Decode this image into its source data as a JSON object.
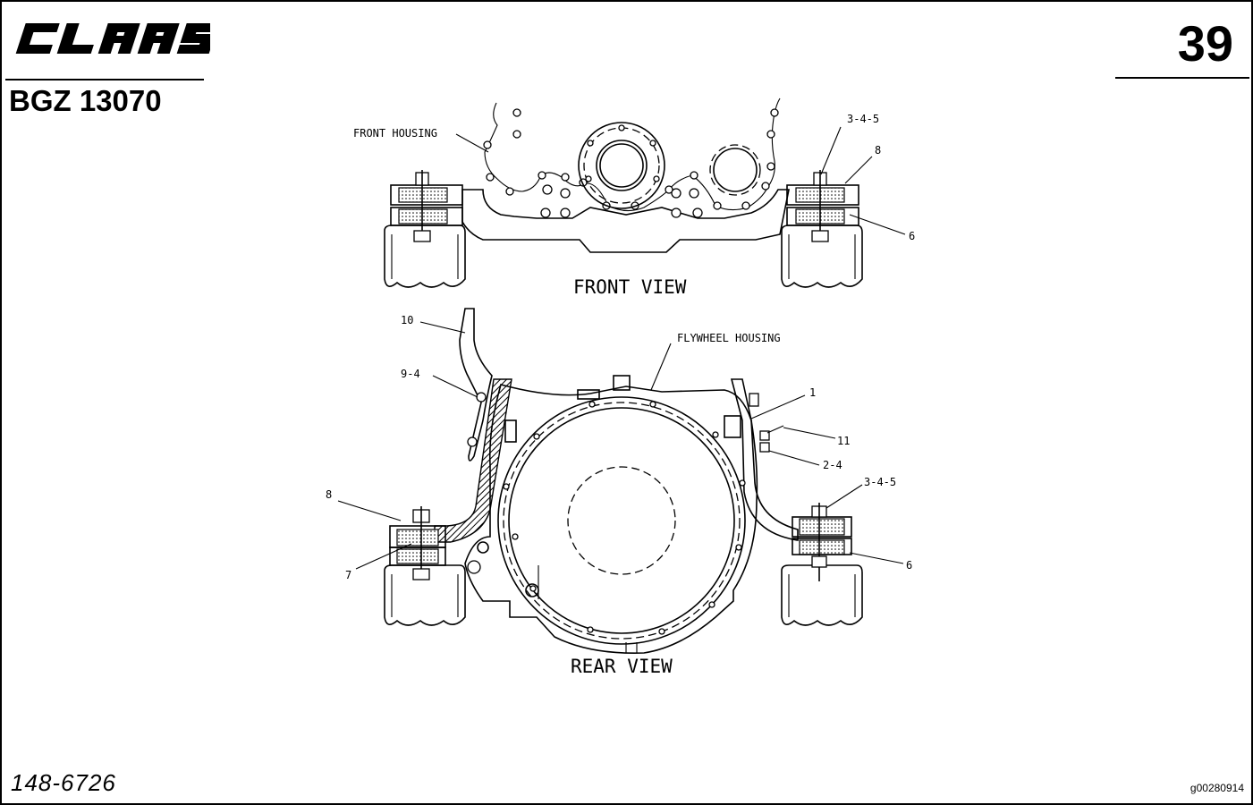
{
  "header": {
    "brand": "CLAAS",
    "page_number": "39",
    "doc_code": "BGZ 13070"
  },
  "footer": {
    "part_number": "148-6726",
    "ref_code": "g00280914"
  },
  "front_view": {
    "title": "FRONT VIEW",
    "labels": {
      "housing": "FRONT HOUSING",
      "callout_345": "3-4-5",
      "callout_8": "8",
      "callout_6": "6"
    }
  },
  "rear_view": {
    "title": "REAR VIEW",
    "labels": {
      "housing": "FLYWHEEL HOUSING",
      "callout_10": "10",
      "callout_94": "9-4",
      "callout_1": "1",
      "callout_11": "11",
      "callout_24": "2-4",
      "callout_345": "3-4-5",
      "callout_8": "8",
      "callout_7": "7",
      "callout_6": "6"
    }
  }
}
